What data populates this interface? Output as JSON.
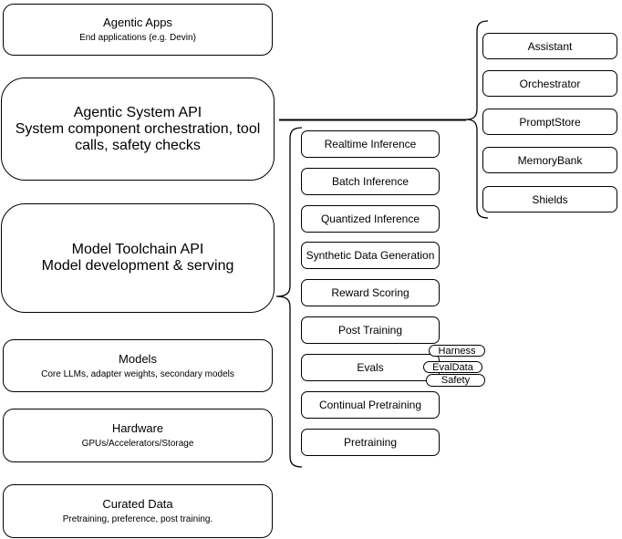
{
  "diagram": {
    "left_stack": [
      {
        "title": "Agentic Apps",
        "subtitle": "End applications (e.g. Devin)"
      },
      {
        "title": "Agentic System API",
        "subtitle": "System component orchestration, tool calls, safety checks"
      },
      {
        "title": "Model Toolchain API",
        "subtitle": "Model development & serving"
      },
      {
        "title": "Models",
        "subtitle": "Core LLMs, adapter weights, secondary models"
      },
      {
        "title": "Hardware",
        "subtitle": "GPUs/Accelerators/Storage"
      },
      {
        "title": "Curated Data",
        "subtitle": "Pretraining, preference, post training."
      }
    ],
    "toolchain_items": [
      "Realtime Inference",
      "Batch Inference",
      "Quantized Inference",
      "Synthetic Data Generation",
      "Reward Scoring",
      "Post Training",
      "Evals",
      "Continual Pretraining",
      "Pretraining"
    ],
    "eval_tags": [
      "Harness",
      "EvalData",
      "Safety"
    ],
    "system_components": [
      "Assistant",
      "Orchestrator",
      "PromptStore",
      "MemoryBank",
      "Shields"
    ],
    "colors": {
      "stroke": "#000000",
      "fill": "#ffffff",
      "text": "#000000",
      "background": "#ffffff"
    }
  }
}
